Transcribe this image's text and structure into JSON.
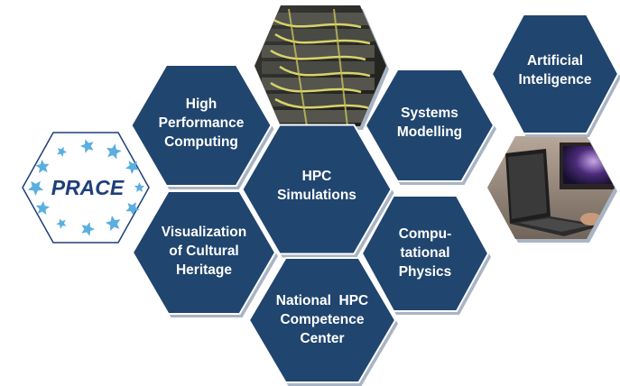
{
  "colors": {
    "hex_fill": "#20456e",
    "hex_shadow": "#a9b4c4",
    "hex_text": "#ffffff",
    "prace_blue": "#1e3f7a",
    "prace_star": "#5aaee0"
  },
  "logo": {
    "text": "PRACE"
  },
  "hexagons": [
    {
      "id": "hpc",
      "lines": [
        "High",
        "Performance",
        "Computing"
      ]
    },
    {
      "id": "sim",
      "lines": [
        "HPC",
        "Simulations"
      ]
    },
    {
      "id": "vis",
      "lines": [
        "Visualization",
        "of Cultural",
        "Heritage"
      ]
    },
    {
      "id": "nat",
      "lines": [
        "National  HPC",
        "Competence",
        "Center"
      ]
    },
    {
      "id": "sys",
      "lines": [
        "Systems",
        "Modelling"
      ]
    },
    {
      "id": "comp",
      "lines": [
        "Compu-",
        "tational",
        "Physics"
      ]
    },
    {
      "id": "ai",
      "lines": [
        "Artificial",
        "Inteligence"
      ]
    }
  ],
  "photos": [
    {
      "id": "server-rack",
      "icon": "server-rack-photo"
    },
    {
      "id": "laptop-visualization",
      "icon": "laptop-photo"
    }
  ]
}
